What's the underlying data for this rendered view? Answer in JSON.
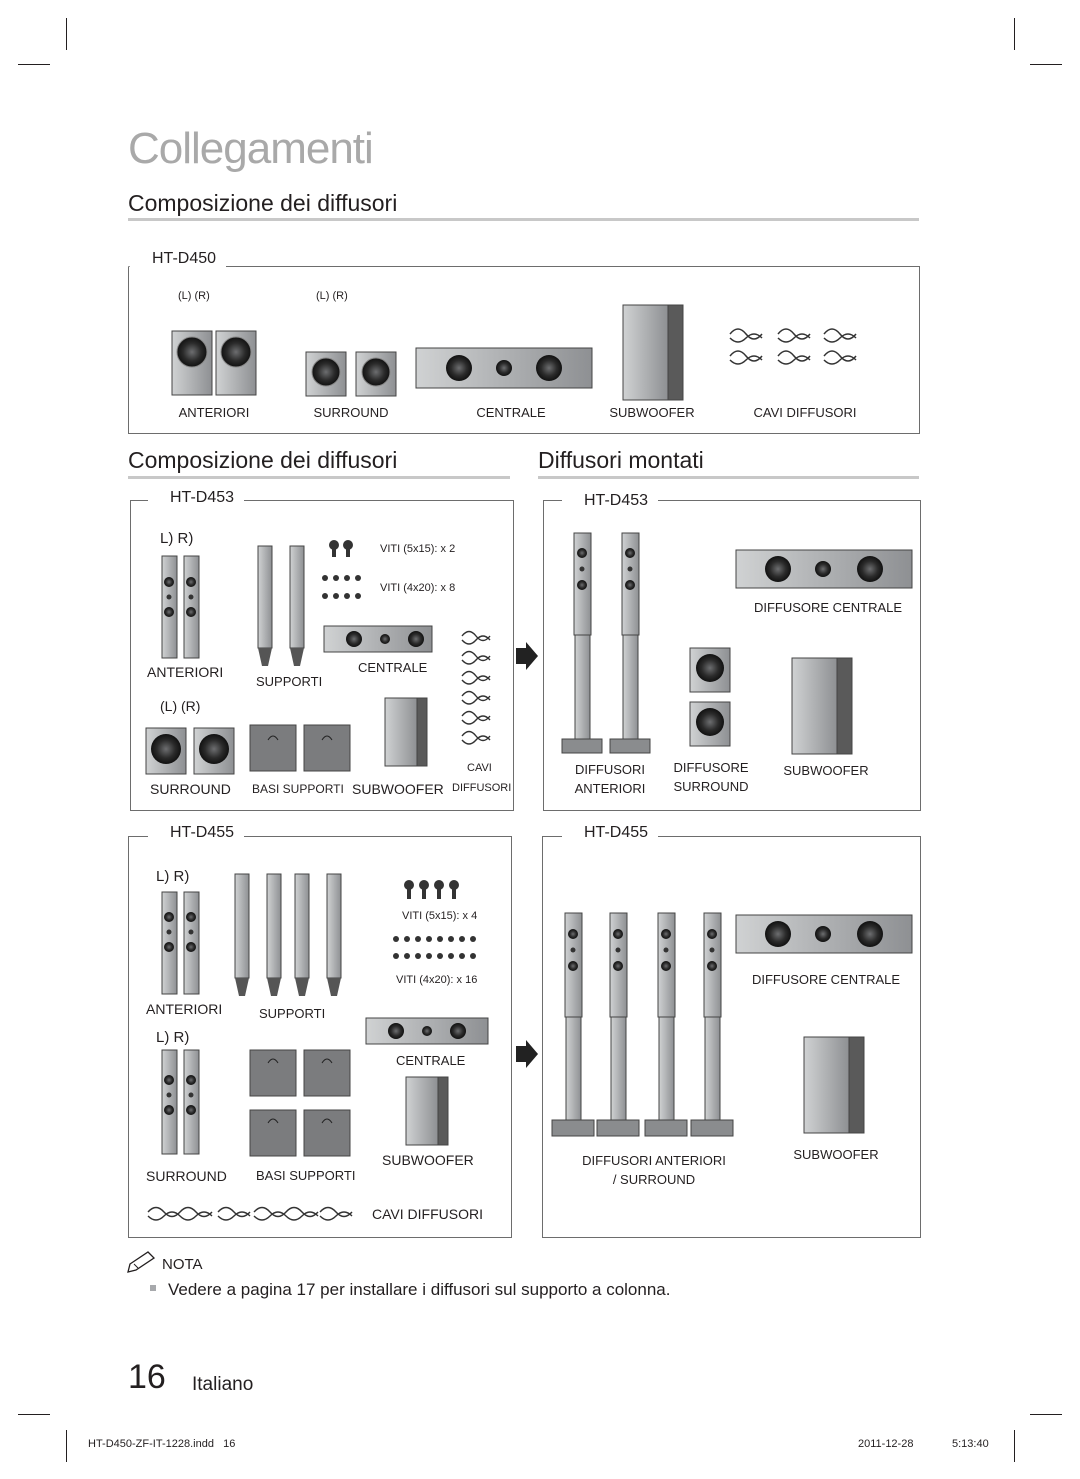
{
  "page": {
    "title": "Collegamenti",
    "section1_heading": "Composizione dei diffusori",
    "section2_heading": "Composizione dei diffusori",
    "section3_heading": "Diffusori montati"
  },
  "ht_d450": {
    "label": "HT-D450",
    "lr_front": "(L)      (R)",
    "lr_surround": "(L)      (R)",
    "items": [
      "ANTERIORI",
      "SURROUND",
      "CENTRALE",
      "SUBWOOFER",
      "CAVI DIFFUSORI"
    ]
  },
  "ht_d453_left": {
    "label": "HT-D453",
    "lr_front": "L)  R)",
    "lr_surround": "(L)     (R)",
    "screws_a": "VITI (5x15): x 2",
    "screws_b": "VITI (4x20): x 8",
    "anteriori": "ANTERIORI",
    "supporti": "SUPPORTI",
    "centrale": "CENTRALE",
    "cavi_a": "CAVI",
    "cavi_b": "DIFFUSORI",
    "surround": "SURROUND",
    "basi": "BASI SUPPORTI",
    "subwoofer": "SUBWOOFER"
  },
  "ht_d453_right": {
    "label": "HT-D453",
    "centrale": "DIFFUSORE CENTRALE",
    "front_a": "DIFFUSORI",
    "front_b": "ANTERIORI",
    "surround_a": "DIFFUSORE",
    "surround_b": "SURROUND",
    "subwoofer": "SUBWOOFER"
  },
  "ht_d455_left": {
    "label": "HT-D455",
    "lr_front": "L)  R)",
    "lr_surround": "L)  R)",
    "screws_a": "VITI (5x15): x 4",
    "screws_b": "VITI (4x20): x 16",
    "anteriori": "ANTERIORI",
    "supporti": "SUPPORTI",
    "centrale": "CENTRALE",
    "subwoofer": "SUBWOOFER",
    "surround": "SURROUND",
    "basi": "BASI SUPPORTI",
    "cavi": "CAVI DIFFUSORI"
  },
  "ht_d455_right": {
    "label": "HT-D455",
    "centrale": "DIFFUSORE CENTRALE",
    "front_a": "DIFFUSORI ANTERIORI",
    "front_b": "/ SURROUND",
    "subwoofer": "SUBWOOFER"
  },
  "note": {
    "heading": "NOTA",
    "text": "Vedere a pagina 17 per installare i diffusori sul supporto a colonna."
  },
  "footer": {
    "page_number": "16",
    "language": "Italiano",
    "file": "HT-D450-ZF-IT-1228.indd   16",
    "date": "2011-12-28",
    "time": "5:13:40"
  },
  "colors": {
    "title_gray": "#a9a9a9",
    "rule_gray": "#c8c8c8",
    "speaker_gray": "#a7a9ac"
  }
}
